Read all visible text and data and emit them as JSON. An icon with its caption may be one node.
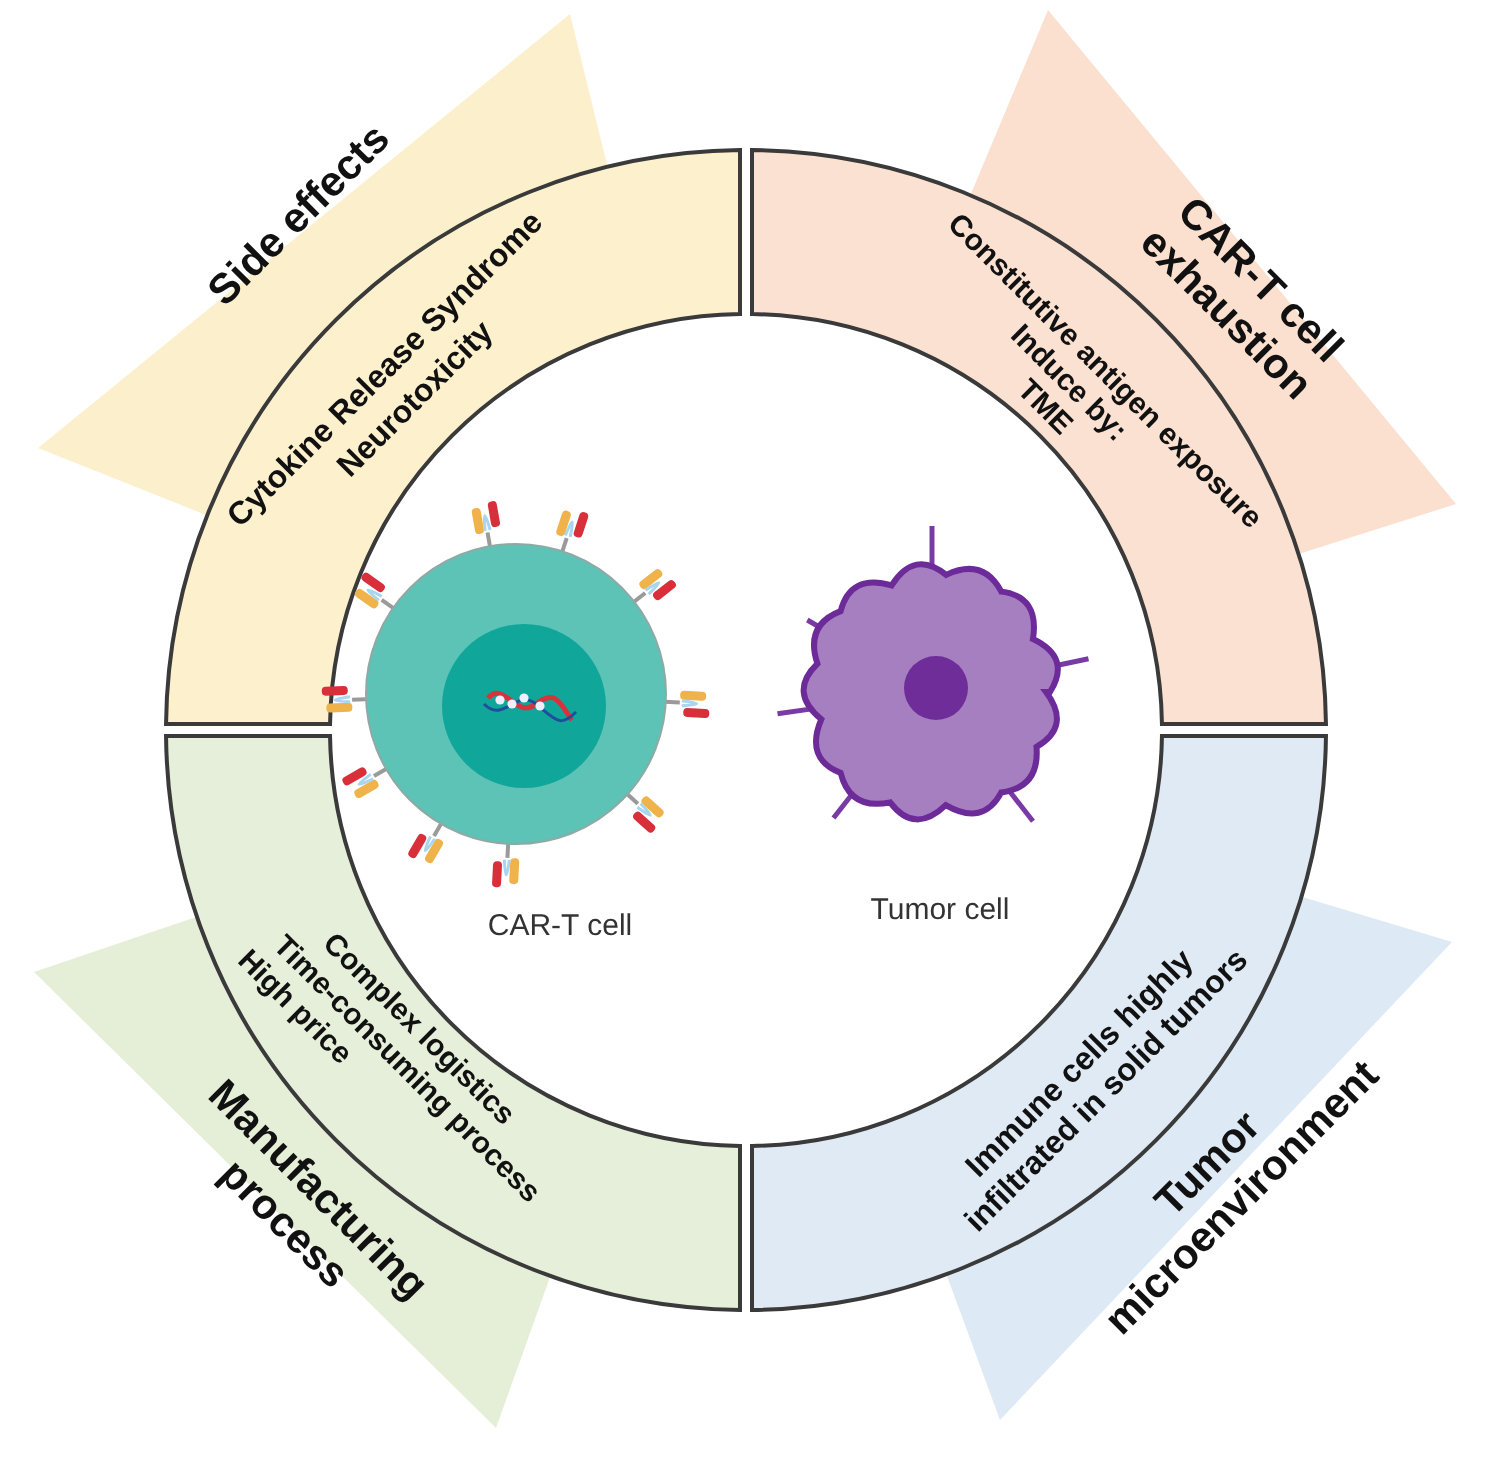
{
  "diagram": {
    "nodes": [
      {
        "text": [
          "Side effects"
        ]
      },
      {
        "text": [
          "Cytokine Release Syndrome",
          "Neurotoxicity"
        ]
      },
      {
        "text": [
          "CAR-T cell exhaustion"
        ]
      },
      {
        "text": [
          "Constitutive antigen exposure",
          "Induce by:",
          "TME"
        ]
      },
      {
        "text": [
          "CAR-T cell"
        ]
      },
      {
        "text": [
          "Tumor cell"
        ]
      },
      {
        "text": [
          "Complex logistics",
          "Time-consuming process",
          "High price"
        ]
      },
      {
        "text": [
          "Manufacturing process"
        ]
      },
      {
        "text": [
          "Immune cells highly infiltrated in solid tumors"
        ]
      },
      {
        "text": [
          "Tumor microenvironment"
        ]
      }
    ]
  }
}
